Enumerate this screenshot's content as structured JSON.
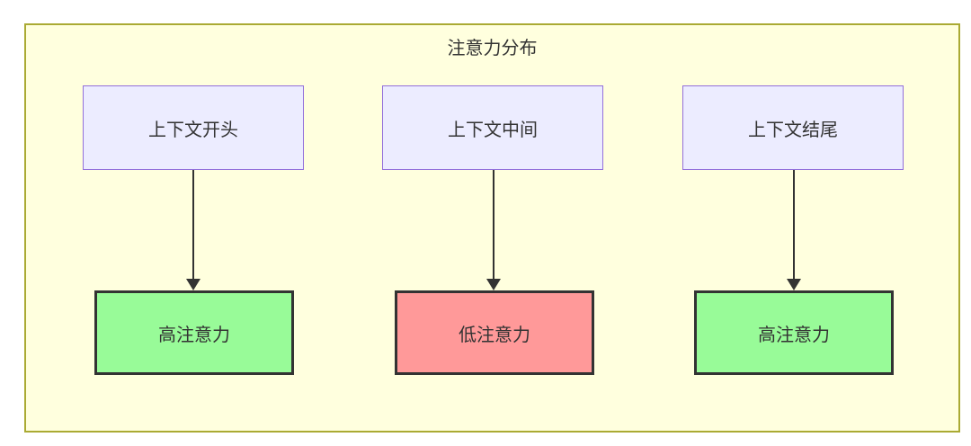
{
  "diagram": {
    "title": "注意力分布",
    "columns": [
      {
        "source": "上下文开头",
        "target": "高注意力",
        "attention_level": "high"
      },
      {
        "source": "上下文中间",
        "target": "低注意力",
        "attention_level": "low"
      },
      {
        "source": "上下文结尾",
        "target": "高注意力",
        "attention_level": "high"
      }
    ],
    "colors": {
      "container_fill": "#ffffde",
      "container_border": "#aaaa33",
      "node_fill": "#ececff",
      "node_border": "#9370db",
      "high_fill": "#98fb98",
      "low_fill": "#ff9999",
      "result_border": "#333333",
      "arrow_color": "#333333",
      "text_color": "#333333"
    }
  }
}
